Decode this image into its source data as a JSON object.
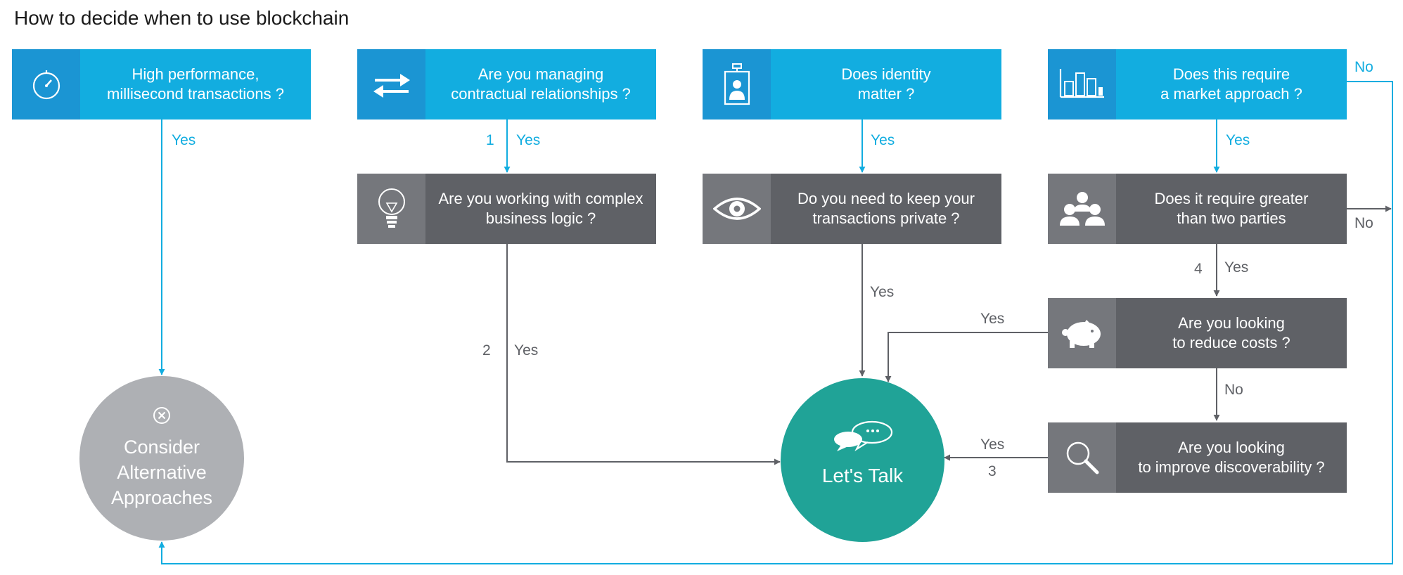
{
  "title": "How to decide when to use blockchain",
  "boxes": {
    "performance": {
      "line1": "High performance,",
      "line2": "millisecond transactions ?",
      "icon": "stopwatch-icon"
    },
    "contractual": {
      "line1": "Are you managing",
      "line2": "contractual relationships ?",
      "icon": "arrows-exchange-icon"
    },
    "identity": {
      "line1": "Does identity",
      "line2": "matter ?",
      "icon": "id-badge-icon"
    },
    "market": {
      "line1": "Does this require",
      "line2": "a market approach ?",
      "icon": "bar-chart-icon"
    },
    "logic": {
      "line1": "Are you working with complex",
      "line2": "business logic ?",
      "icon": "lightbulb-icon"
    },
    "private": {
      "line1": "Do you need to keep your",
      "line2": "transactions private ?",
      "icon": "eye-icon"
    },
    "parties": {
      "line1": "Does it require greater",
      "line2": "than two parties",
      "icon": "people-group-icon"
    },
    "costs": {
      "line1": "Are you looking",
      "line2": "to reduce costs ?",
      "icon": "piggy-bank-icon"
    },
    "discover": {
      "line1": "Are you looking",
      "line2": "to improve discoverability ?",
      "icon": "magnifier-icon"
    }
  },
  "outcomes": {
    "alternative": {
      "line1": "Consider",
      "line2": "Alternative",
      "line3": "Approaches",
      "icon": "close-circle-icon"
    },
    "talk": {
      "label": "Let's Talk",
      "icon": "chat-bubbles-icon"
    }
  },
  "edge_labels": {
    "perf_yes": "Yes",
    "contract_yes": "Yes",
    "contract_num": "1",
    "identity_yes": "Yes",
    "market_yes": "Yes",
    "market_no": "No",
    "logic_yes": "Yes",
    "logic_num": "2",
    "private_yes": "Yes",
    "parties_no": "No",
    "parties_yes": "Yes",
    "parties_num": "4",
    "costs_yes": "Yes",
    "costs_no": "No",
    "discover_yes": "Yes",
    "discover_num": "3"
  },
  "colors": {
    "blue_box": "#12ade0",
    "blue_icon": "#1b95d3",
    "gray_box": "#5f6166",
    "gray_icon": "#75777c",
    "teal": "#20a397",
    "circle_gray": "#aeb0b4",
    "blue_line": "#12ade0",
    "gray_line": "#5f6166"
  }
}
